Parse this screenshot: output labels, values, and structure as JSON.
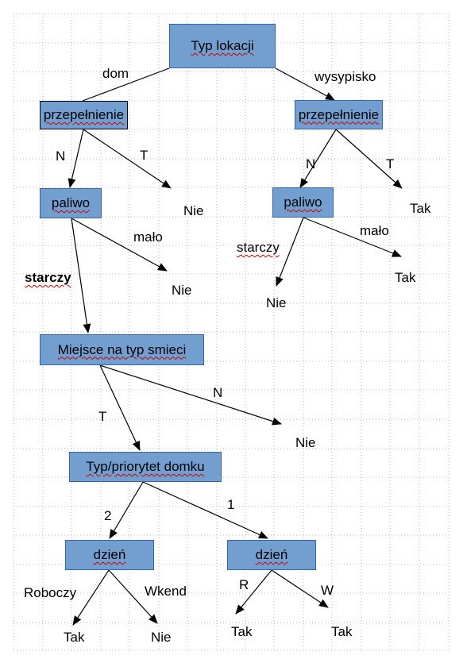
{
  "colors": {
    "node_fill": "#729fcf",
    "node_border": "#3465a4",
    "arrow": "#000000",
    "grid": "#b9b9b9",
    "spellcheck": "#cc0000"
  },
  "nodes": {
    "root": "Typ lokacji",
    "overflow_left": "przepełnienie",
    "overflow_right": "przepełnienie",
    "fuel_left": "paliwo",
    "fuel_right": "paliwo",
    "trash_slot": "Miejsce na typ smieci",
    "house_priority": "Typ/priorytet domku",
    "day_left": "dzień",
    "day_right": "dzień"
  },
  "edge_labels": {
    "dom": "dom",
    "wysypisko": "wysypisko",
    "n_left": "N",
    "t_left": "T",
    "n_right": "N",
    "t_right": "T",
    "malo_left": "mało",
    "starczy_left": "starczy",
    "starczy_right": "starczy",
    "malo_right": "mało",
    "t_trash": "T",
    "n_trash": "N",
    "prio_2": "2",
    "prio_1": "1",
    "roboczy": "Roboczy",
    "wkend": "Wkend",
    "r": "R",
    "w": "W"
  },
  "leaves": {
    "nie_overflow_left": "Nie",
    "tak_overflow_right": "Tak",
    "nie_fuel_left": "Nie",
    "nie_fuel_right": "Nie",
    "tak_fuel_right": "Tak",
    "nie_trash": "Nie",
    "tak_roboczy": "Tak",
    "nie_wkend": "Nie",
    "tak_r": "Tak",
    "tak_w": "Tak"
  }
}
